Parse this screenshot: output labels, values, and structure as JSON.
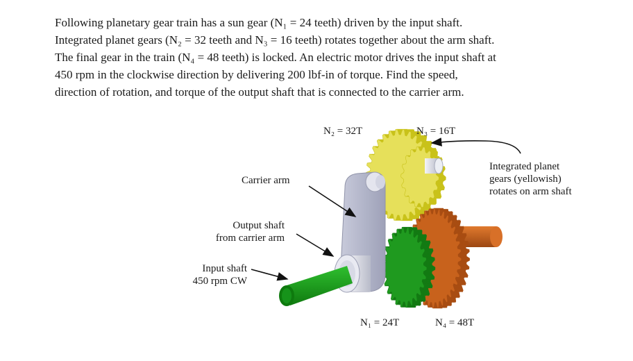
{
  "problem": {
    "lines": [
      "Following planetary gear train has a sun gear (N₁ = 24 teeth) driven by the input shaft.",
      "Integrated planet gears (N₂ = 32 teeth and N₃ = 16 teeth) rotates together about the arm shaft.",
      "The final gear in the train (N₄ = 48 teeth) is locked. An electric motor drives the input shaft at",
      "450 rpm in the clockwise direction by delivering 200 lbf-in of torque. Find the speed,",
      "direction of rotation, and torque of the output shaft that is connected to the carrier arm."
    ]
  },
  "labels": {
    "n2": "N₂ = 32T",
    "n3": "N₃ = 16T",
    "n1": "N₁ = 24T",
    "n4": "N₄ = 48T",
    "carrier_arm": "Carrier arm",
    "output_shaft": [
      "Output shaft",
      "from carrier arm"
    ],
    "input_shaft": [
      "Input shaft",
      "450 rpm CW"
    ],
    "planet_note": [
      "Integrated planet",
      "gears (yellowish)",
      "rotates on arm shaft"
    ]
  },
  "colors": {
    "yellow_gear": "#c9c21a",
    "yellow_gear_light": "#e6e05a",
    "green_gear": "#1f9a1f",
    "green_shaft": "#17a317",
    "orange_gear": "#c8621c",
    "orange_shaft": "#c9651e",
    "arm": "#b9bccf",
    "arm_light": "#dcdde8",
    "arrow": "#111111"
  }
}
